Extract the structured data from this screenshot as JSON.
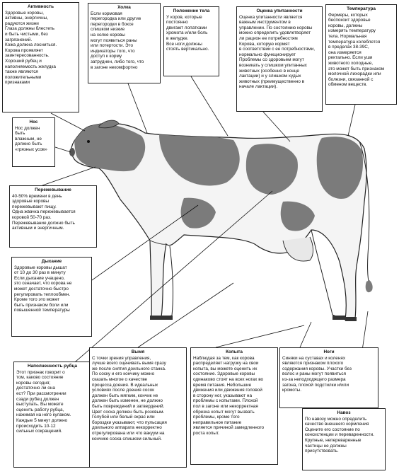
{
  "callouts": {
    "activity": {
      "title": "Активность",
      "text": "Здоровые коровы,\nактивны, энергичны,\nрадуются жизни\nГлаза должны блестеть\nи быть чистыми, без\nзагрязнений.\nКожа должна лосниться.\nКорова проявляет\nзаинтересованность.\nХороший рубец и\nнаполняемость желудка\nтакже являются\nположительными\nпризнаками"
    },
    "hock": {
      "title": "Холка",
      "text": "Если кормовая\nперегородка или другие\nперегородки в боксе\nслишком низкие\nна холке коровы\nмогут появиться раны\nили потертости. Это\nиндикаторы того, что\nдоступ к корму\nзатруднен, либо того, что\nв загоне некомфортно"
    },
    "posture": {
      "title": "Положение тела",
      "text": "У коров, которые\nпостоянно\nдвигают лопатками\nхромота и/или боль\nв желудке.\nВсе ноги должны\nстоять вертикально."
    },
    "condition": {
      "title": "Оценка упитанности",
      "text": "Оценка упитанности является\nважным инструментом в\nуправлении. По состоянию коровы\nможно определить удовлетворяет\nли рацион ее потребностям\nКорова, которую кормят\nв соответствии с ее потребностями,\nнормально функционирует\nПроблемы со здоровьем могут\nвозникать у слишком упитанных\nживотных (особенно в конце\nлактации) и у слишком худых\nживотных (преимущественно в\nначале лактации)."
    },
    "temperature": {
      "title": "Температура",
      "text": "Фермеры, которых\nбеспокоит здоровье\nкоровы, должны\nизмерять температуру\nтела. Нормальная\nтемпература колеблется\nв пределах 38-39С,\nона измеряется\nректально. Если уши\nживотного холодные,\nэто может быть признаком\nмолочной лихорадки или\nболезни, связанной с\nобменом веществ."
    },
    "nose": {
      "title": "Нос",
      "text": "Нос должен\nбыть\nвлажным, не\nдолжно быть\n«грязных усов»"
    },
    "rumination": {
      "title": "Пережевывание",
      "text": "40-50% времени в день\nздоровые коровы\nпережевывают пищу.\nОдна жвачка пережевывается\nкоровой 50-70 раз.\nПережевывание должно быть\nактивным и энергичным."
    },
    "breathing": {
      "title": "Дыхание",
      "text": "Здоровые коровы дышат\nот 10 до 30 раз в минуту\nЕсли дыхание учащено,\nэто означает, что корова не\nможет достаточно быстро\nрегулировать теплообмен.\nКроме того это может\nбыть признаком боли или\nповышенной температуры"
    },
    "rumen_fill": {
      "title": "Наполненность рубца",
      "text": "Этот признак говорит о\nтом, каково состояние\nкоровы сегодня;\nдостаточно ли она\nест? При рассмотрении\nсзади рубец должен\nвыступать. Вы можете\nоценить работу рубца,\nнажимая на него кулаком.\nКаждые 5 минут должно\nпроисходить 10-12\nсильных сокращений."
    },
    "udder": {
      "title": "Вымя",
      "text": "С точки зрения управления,\nлучше всего оценивать вымя сразу\nже после снятия доильного станка.\nПо соску и его кончику можно\nсказать многое о качестве\nпроцесса доения. В идеальных\nусловиях после доения сосок\nдолжен быть мягким, кончик не\nдолжен быть изменен, не должно\nбыть повреждений и затвердений.\nЦвет соска должен быть розовым.\nГолубой или белый окрас или\nбороздки указывают, что пульсация\nдоильного аппарата некорректно\nотрегулирована или что вакуум на\nкончике соска слишком сильный."
    },
    "hooves": {
      "title": "Копыта",
      "text": "Наблюдая за тем, как корова\nраспределяет нагрузку на свои\nкопыта, вы можете оценить их\nсостояние. Здоровые коровы\nодинаково стоят на всех ногах во\nвремя питания. Небольшие\nдвижения или движения головой\nв сторону ног, указывают на\nпроблемы с копытами. Плохой\nпол в загоне или некорректная\nобрезка копыт могут вызвать\nпроблемы, кроме того\nнеправильное питание\nявляется причиной замедленного\nроста копыт."
    },
    "legs": {
      "title": "Ноги",
      "text": "Синяки на суставах и коленях\nявляются признаком плохого\nсодержания коровы. Участки без\nволос и раны могут появиться\nиз-за неподходящего размера\nзагона, плохой подстилки и/или\nкромоты."
    },
    "manure": {
      "title": "Навоз",
      "text": "По навозу можно определить\nкачество внешнего кормления\nОцените его состояние по\nконсистенции и переваренности.\nКрупные, непереваренные\nчастицы не должны\nприсутствовать."
    }
  },
  "colors": {
    "spot": "#7b7b7b",
    "outline": "#222222",
    "leader": "#111111"
  }
}
